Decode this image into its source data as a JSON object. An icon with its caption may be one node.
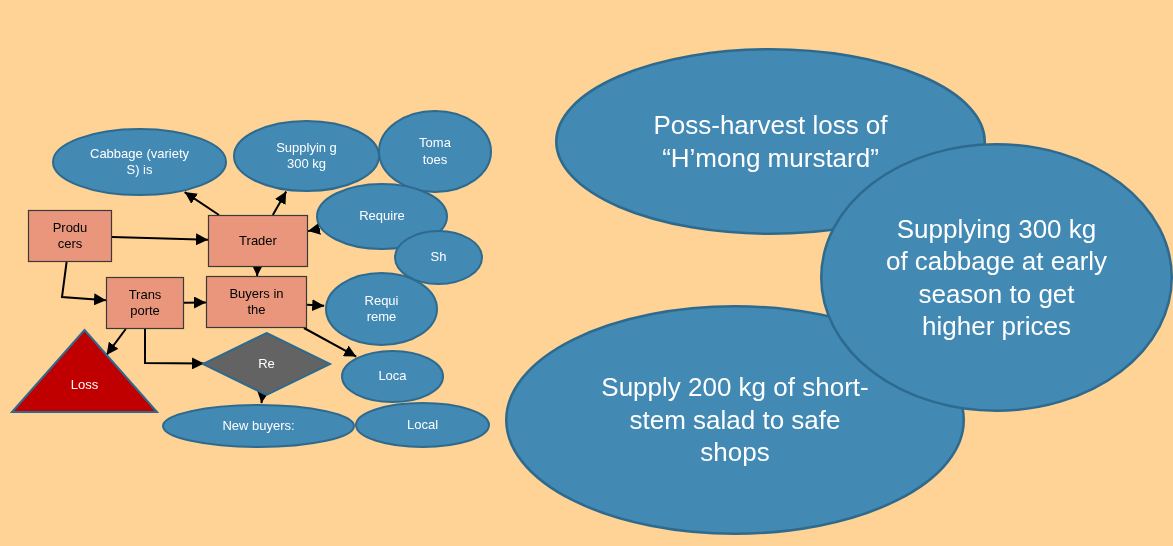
{
  "diagram": {
    "nodes": [
      {
        "text": [
          "Cabbage (variety S) is"
        ]
      },
      {
        "text": [
          "Supplyin g 300 kg"
        ]
      },
      {
        "text": [
          "Toma toes"
        ]
      },
      {
        "text": [
          "Produ cers"
        ]
      },
      {
        "text": [
          "Trader"
        ]
      },
      {
        "text": [
          "Require"
        ]
      },
      {
        "text": [
          "Sh"
        ]
      },
      {
        "text": [
          "Trans porte"
        ]
      },
      {
        "text": [
          "Buyers in the"
        ]
      },
      {
        "text": [
          "Requi reme"
        ]
      },
      {
        "text": [
          "Loca"
        ]
      },
      {
        "text": [
          "Loss"
        ]
      },
      {
        "text": [
          "Re"
        ]
      },
      {
        "text": [
          "New buyers:"
        ]
      },
      {
        "text": [
          "Local"
        ]
      },
      {
        "text": [
          "Poss-harvest loss of “H’mong murstard”"
        ]
      },
      {
        "text": [
          "Supplying 300 kg of cabbage at early season to get higher prices"
        ]
      },
      {
        "text": [
          "Supply 200 kg of short-stem salad to safe shops"
        ]
      }
    ],
    "edges": [
      {
        "from": 3,
        "to": 4,
        "arrow": "to"
      },
      {
        "from": 3,
        "to": 7,
        "arrow": "to"
      },
      {
        "from": 4,
        "to": 0,
        "arrow": "to"
      },
      {
        "from": 4,
        "to": 1,
        "arrow": "to"
      },
      {
        "from": 5,
        "to": 4,
        "arrow": "to"
      },
      {
        "from": 4,
        "to": 8,
        "arrow": "to"
      },
      {
        "from": 7,
        "to": 8,
        "arrow": "to"
      },
      {
        "from": 8,
        "to": 9,
        "arrow": "to"
      },
      {
        "from": 8,
        "to": 10,
        "arrow": "to"
      },
      {
        "from": 7,
        "to": 11,
        "arrow": "to"
      },
      {
        "from": 7,
        "to": 12,
        "arrow": "to"
      },
      {
        "from": 12,
        "to": 13,
        "arrow": "to"
      }
    ]
  }
}
